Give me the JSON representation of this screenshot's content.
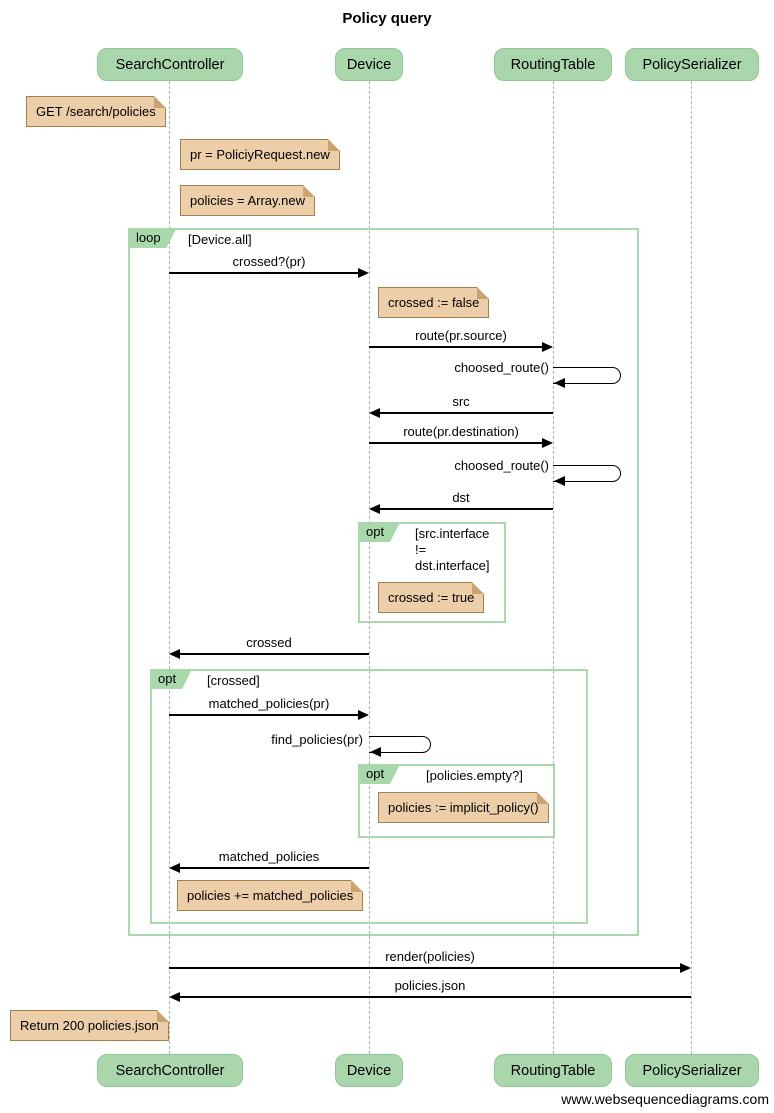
{
  "title": "Policy query",
  "footer": "www.websequencediagrams.com",
  "actors": [
    {
      "name": "SearchController"
    },
    {
      "name": "Device"
    },
    {
      "name": "RoutingTable"
    },
    {
      "name": "PolicySerializer"
    }
  ],
  "notes": {
    "get": "GET /search/policies",
    "pr": "pr = PoliciyRequest.new",
    "policies_new": "policies = Array.new",
    "crossed_false": "crossed := false",
    "crossed_true": "crossed := true",
    "implicit": "policies := implicit_policy()",
    "accumulate": "policies += matched_policies",
    "return200": "Return 200 policies.json"
  },
  "frames": {
    "loop": {
      "label": "loop",
      "condition": "[Device.all]"
    },
    "opt_interface": {
      "label": "opt",
      "condition_line1": "[src.interface",
      "condition_line2": "!=",
      "condition_line3": "dst.interface]"
    },
    "opt_crossed": {
      "label": "opt",
      "condition": "[crossed]"
    },
    "opt_empty": {
      "label": "opt",
      "condition": "[policies.empty?]"
    }
  },
  "messages": {
    "crossed_q": "crossed?(pr)",
    "route_src": "route(pr.source)",
    "choosed1": "choosed_route()",
    "src": "src",
    "route_dst": "route(pr.destination)",
    "choosed2": "choosed_route()",
    "dst": "dst",
    "crossed": "crossed",
    "matched_q": "matched_policies(pr)",
    "find": "find_policies(pr)",
    "matched_r": "matched_policies",
    "render": "render(policies)",
    "policies_json": "policies.json"
  },
  "colors": {
    "actor-fill": "#a9d7ab",
    "note-fill": "#eccfa8",
    "note-border": "#a97e4f",
    "frame-border": "#a9d8ab",
    "lifeline": "#b3b3b3",
    "arrow": "#000000"
  }
}
